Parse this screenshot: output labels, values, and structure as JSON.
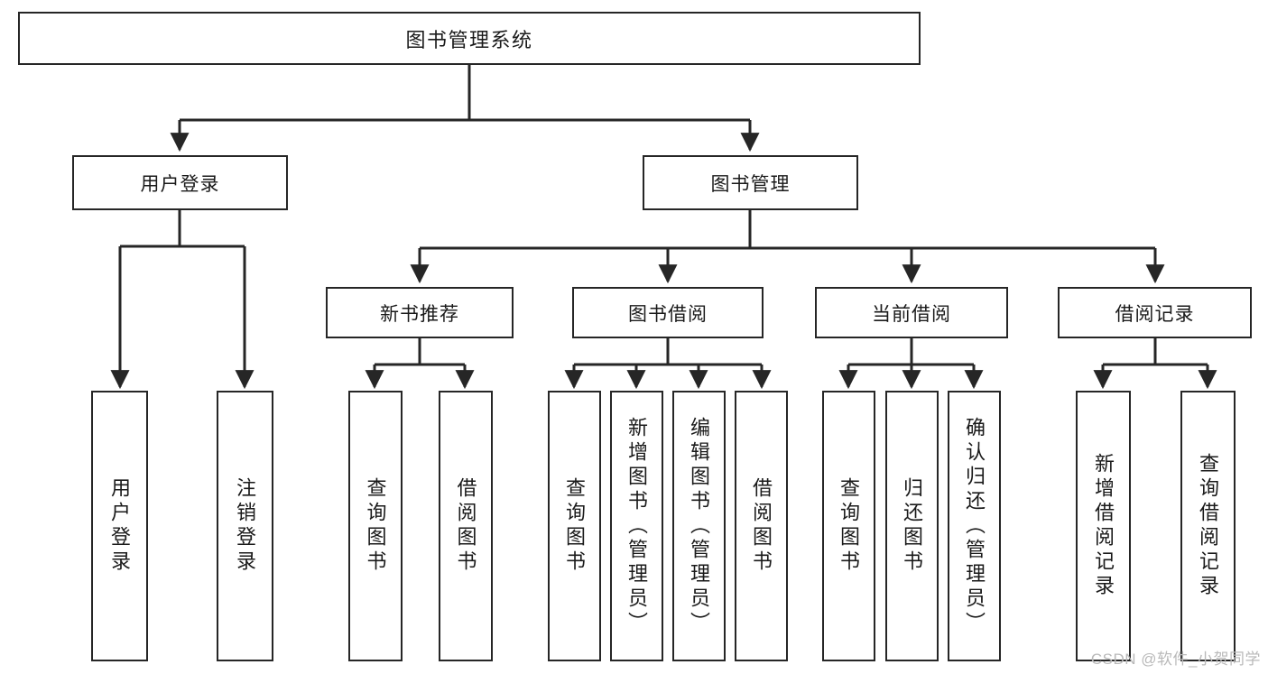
{
  "diagram": {
    "title": "图书管理系统",
    "type": "functional-structure-tree",
    "watermark": "CSDN @软件_小贺同学",
    "colors": {
      "box_border": "#262626",
      "box_fill": "#ffffff",
      "edge": "#262626",
      "text": "#1a1a1a",
      "watermark": "#b9b9b9",
      "background": "#ffffff"
    },
    "nodes": {
      "root": {
        "label": "图书管理系统"
      },
      "level2": [
        {
          "id": "user-login",
          "label": "用户登录"
        },
        {
          "id": "book-manage",
          "label": "图书管理"
        }
      ],
      "level3": [
        {
          "id": "new-book-recommend",
          "label": "新书推荐"
        },
        {
          "id": "book-borrow",
          "label": "图书借阅"
        },
        {
          "id": "current-borrow",
          "label": "当前借阅"
        },
        {
          "id": "borrow-record",
          "label": "借阅记录"
        }
      ],
      "leaves": {
        "user-login": [
          {
            "id": "leaf-user-login",
            "label": "用户登录"
          },
          {
            "id": "leaf-user-logout",
            "label": "注销登录"
          }
        ],
        "new-book-recommend": [
          {
            "id": "leaf-query-book-1",
            "label": "查询图书"
          },
          {
            "id": "leaf-borrow-book-1",
            "label": "借阅图书"
          }
        ],
        "book-borrow": [
          {
            "id": "leaf-query-book-2",
            "label": "查询图书"
          },
          {
            "id": "leaf-add-book",
            "label": "新增图书（管理员）"
          },
          {
            "id": "leaf-edit-book",
            "label": "编辑图书（管理员）"
          },
          {
            "id": "leaf-borrow-book-2",
            "label": "借阅图书"
          }
        ],
        "current-borrow": [
          {
            "id": "leaf-query-book-3",
            "label": "查询图书"
          },
          {
            "id": "leaf-return-book",
            "label": "归还图书"
          },
          {
            "id": "leaf-confirm-return",
            "label": "确认归还（管理员）"
          }
        ],
        "borrow-record": [
          {
            "id": "leaf-add-record",
            "label": "新增借阅记录"
          },
          {
            "id": "leaf-query-record",
            "label": "查询借阅记录"
          }
        ]
      }
    }
  }
}
